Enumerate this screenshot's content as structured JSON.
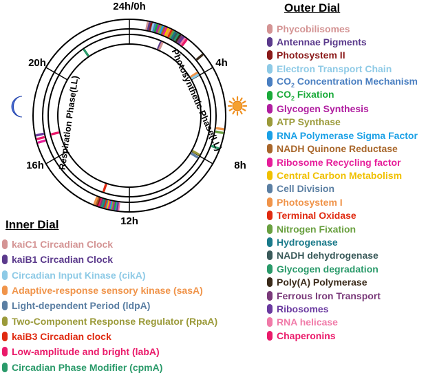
{
  "time_labels": {
    "t0": "24h/0h",
    "t4": "4h",
    "t8": "8h",
    "t12": "12h",
    "t16": "16h",
    "t20": "20h"
  },
  "phase_labels": {
    "photosynthetic": "Photosynthetic Phase(LL)",
    "respiration": "Respiration Phase(LL)"
  },
  "icons": {
    "day": "sun-icon",
    "night": "moon-icon"
  },
  "colors": {
    "sun": "#f0901e",
    "moon": "#4a6fd6"
  },
  "outer_dial": {
    "title": "Outer Dial",
    "items": [
      {
        "label": "Phycobilisomes",
        "color": "#d49494"
      },
      {
        "label": "Antennae Pigments",
        "color": "#5b3a8c"
      },
      {
        "label": "Photosystem II",
        "color": "#8b1a1a"
      },
      {
        "label": "Electron Transport Chain",
        "color": "#8ecae6"
      },
      {
        "label_pre": "CO",
        "label_sub": "2",
        "label_post": " Concentration Mechanism",
        "color": "#4a7fc1"
      },
      {
        "label_pre": "CO",
        "label_sub": "2",
        "label_post": " Fixation",
        "color": "#1aaa3a"
      },
      {
        "label": "Glycogen Synthesis",
        "color": "#b01ea0"
      },
      {
        "label": "ATP Synthase",
        "color": "#9b9a3a"
      },
      {
        "label": "RNA Polymerase Sigma Factor",
        "color": "#1aa0e6"
      },
      {
        "label": "NADH Quinone Reductase",
        "color": "#a8662a"
      },
      {
        "label": "Ribosome Recycling factor",
        "color": "#e61e9a"
      },
      {
        "label": "Central Carbon Metabolism",
        "color": "#f0c000"
      },
      {
        "label": "Cell Division",
        "color": "#5b7fa3"
      },
      {
        "label": "Photosystem I",
        "color": "#f0944a"
      },
      {
        "label": "Terminal Oxidase",
        "color": "#e02a10"
      },
      {
        "label": "Nitrogen Fixation",
        "color": "#6aa040"
      },
      {
        "label": "Hydrogenase",
        "color": "#1a7a8a"
      },
      {
        "label": "NADH dehydrogenase",
        "color": "#3a5a5a"
      },
      {
        "label": "Glycogen degradation",
        "color": "#2a9a6a"
      },
      {
        "label": "Poly(A) Polymerase",
        "color": "#3a2a1a"
      },
      {
        "label": "Ferrous Iron Transport",
        "color": "#7a3a7a"
      },
      {
        "label": "Ribosomes",
        "color": "#6a3aa0"
      },
      {
        "label": "RNA helicase",
        "color": "#f07aa8"
      },
      {
        "label": "Chaperonins",
        "color": "#ea1a6a"
      }
    ]
  },
  "inner_dial": {
    "title": "Inner Dial",
    "items": [
      {
        "label": "kaiC1 Circadian Clock",
        "color": "#d49494"
      },
      {
        "label": "kaiB1 Circadian Clock",
        "color": "#5b3a8c"
      },
      {
        "label": "Circadian Input Kinase (cikA)",
        "color": "#8ecae6"
      },
      {
        "label": "Adaptive-response sensory kinase (sasA)",
        "color": "#f0944a"
      },
      {
        "label": "Light-dependent Period (ldpA)",
        "color": "#5b7fa3"
      },
      {
        "label": "Two-Component Response Regulator (RpaA)",
        "color": "#9b9a3a"
      },
      {
        "label": "kaiB3 Circadian clock",
        "color": "#e02a10"
      },
      {
        "label": "Low-amplitude and bright (labA)",
        "color": "#ea1a6a"
      },
      {
        "label": "Circadian Phase Modifier  (cpmA)",
        "color": "#2a9a6a"
      }
    ]
  }
}
